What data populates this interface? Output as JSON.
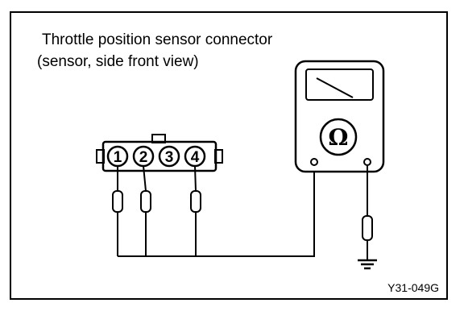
{
  "diagram": {
    "caption_line1": "Throttle position sensor connector",
    "caption_line2": "(sensor, side front view)",
    "figure_code": "Y31-049G",
    "connector_pins": [
      "1",
      "2",
      "3",
      "4"
    ],
    "meter_symbol": "Ω"
  }
}
